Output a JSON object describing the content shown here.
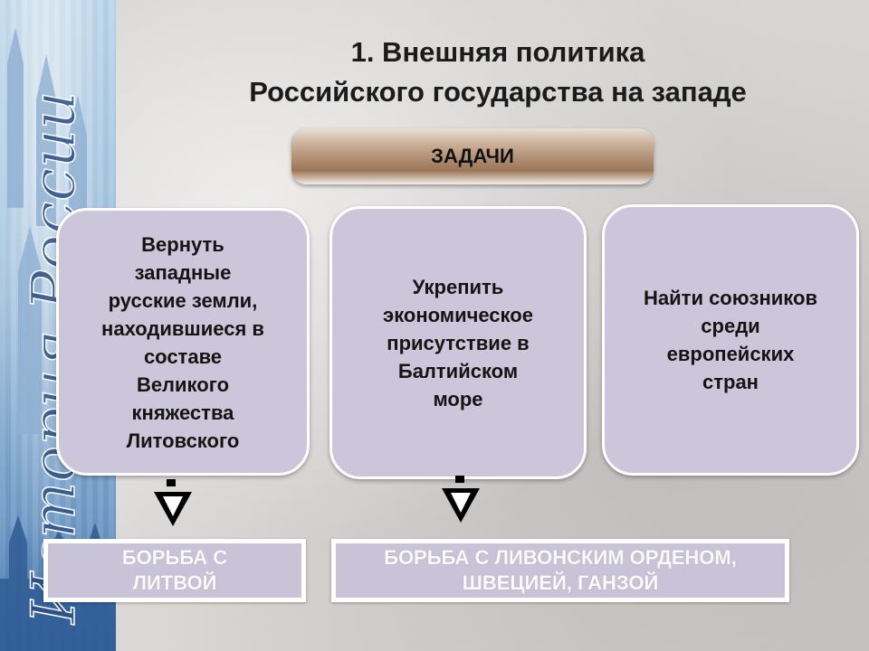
{
  "title": {
    "line1": "1. Внешняя политика",
    "line2": "Российского государства на западе"
  },
  "side_banner": {
    "text": "История России"
  },
  "tasks_header": "ЗАДАЧИ",
  "tasks": [
    {
      "text": "Вернуть\nзападные\nрусские земли,\nнаходившиеся в\nсоставе\nВеликого\nкняжества\nЛитовского"
    },
    {
      "text": "Укрепить\nэкономическое\nприсутствие в\nБалтийском\nморе"
    },
    {
      "text": "Найти союзников\nсреди\nевропейских\nстран"
    }
  ],
  "struggles": [
    {
      "text": "БОРЬБА С\nЛИТВОЙ"
    },
    {
      "text": "БОРЬБА С ЛИВОНСКИМ ОРДЕНОМ,\nШВЕЦИЕЙ, ГАНЗОЙ"
    }
  ],
  "colors": {
    "box_fill": "#cbc6d9",
    "header_brown": "#9b7556"
  }
}
